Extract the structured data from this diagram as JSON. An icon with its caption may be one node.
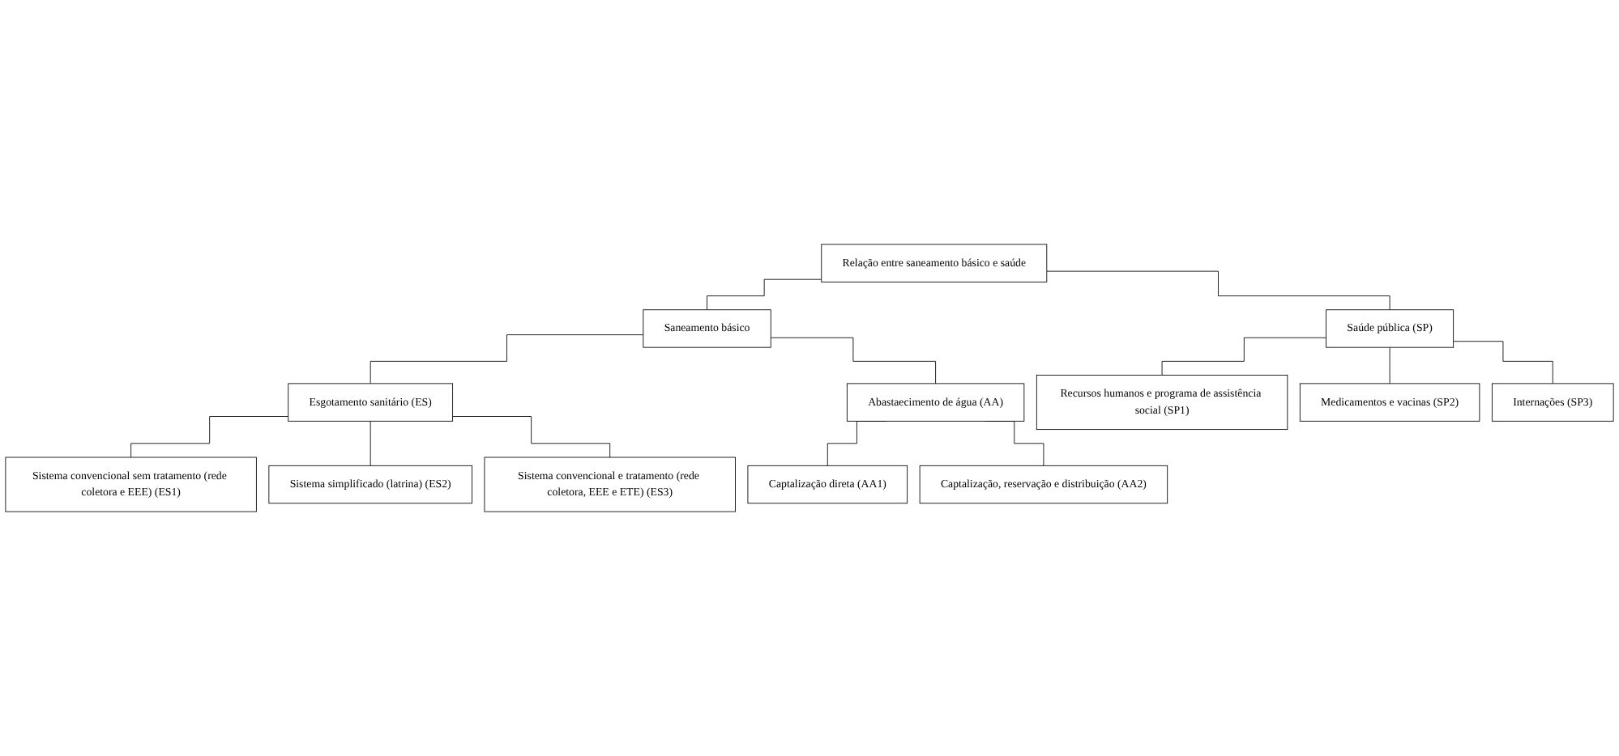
{
  "diagram": {
    "nodes": [
      {
        "text": [
          "Relação entre saneamento básico e saúde"
        ]
      },
      {
        "text": [
          "Saneamento básico"
        ]
      },
      {
        "text": [
          "Saúde pública (SP)"
        ]
      },
      {
        "text": [
          "Esgotamento sanitário (ES)"
        ]
      },
      {
        "text": [
          "Abastaecimento de água (AA)"
        ]
      },
      {
        "text": [
          "Sistema convencional sem tratamento (rede coletora e EEE) (ES1)"
        ]
      },
      {
        "text": [
          "Sistema simplificado (latrina) (ES2)"
        ]
      },
      {
        "text": [
          "Sistema convencional e tratamento (rede coletora, EEE e ETE) (ES3)"
        ]
      },
      {
        "text": [
          "Captalização direta (AA1)"
        ]
      },
      {
        "text": [
          "Captalização, reservação e distribuição (AA2)"
        ]
      },
      {
        "text": [
          "Recursos humanos e programa de assistência social (SP1)"
        ]
      },
      {
        "text": [
          "Medicamentos e vacinas (SP2)"
        ]
      },
      {
        "text": [
          "Internações (SP3)"
        ]
      }
    ],
    "edges": [
      {
        "from": 0,
        "to": 1,
        "arrow": "none"
      },
      {
        "from": 0,
        "to": 2,
        "arrow": "none"
      },
      {
        "from": 1,
        "to": 3,
        "arrow": "none"
      },
      {
        "from": 1,
        "to": 4,
        "arrow": "none"
      },
      {
        "from": 3,
        "to": 5,
        "arrow": "none"
      },
      {
        "from": 3,
        "to": 6,
        "arrow": "none"
      },
      {
        "from": 3,
        "to": 7,
        "arrow": "none"
      },
      {
        "from": 4,
        "to": 8,
        "arrow": "none"
      },
      {
        "from": 4,
        "to": 9,
        "arrow": "none"
      },
      {
        "from": 2,
        "to": 10,
        "arrow": "none"
      },
      {
        "from": 2,
        "to": 11,
        "arrow": "none"
      },
      {
        "from": 2,
        "to": 12,
        "arrow": "none"
      }
    ]
  }
}
